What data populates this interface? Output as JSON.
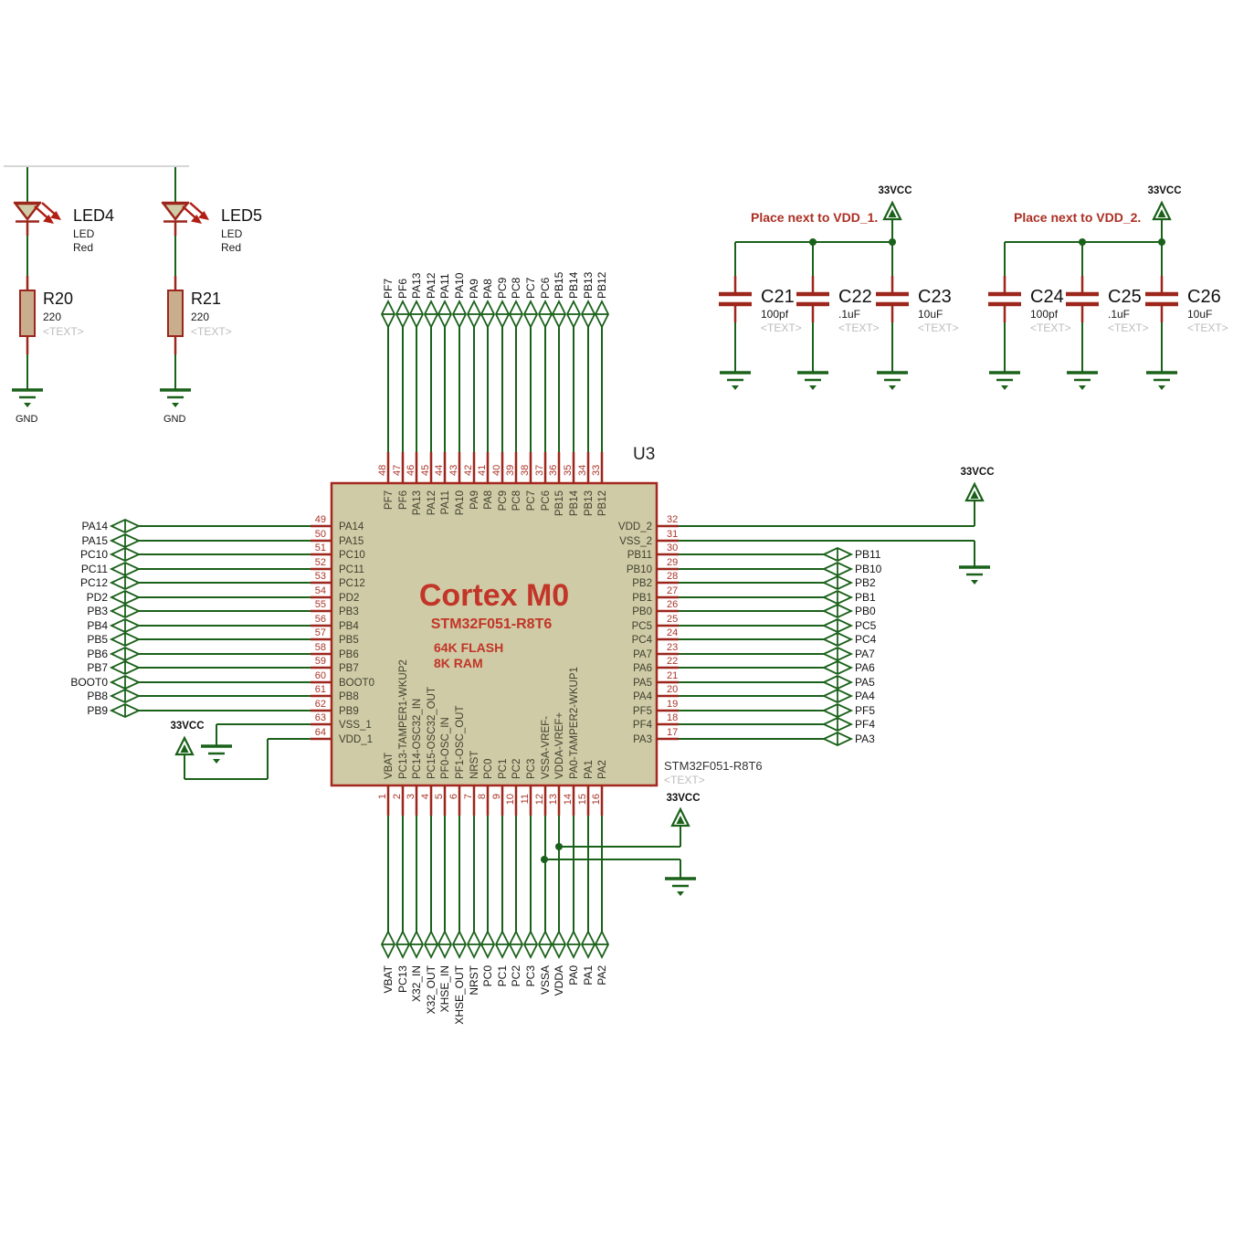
{
  "sheet": {
    "designator": "U3",
    "title": "Cortex M0",
    "subtitle": "STM32F051-R8T6",
    "mem1": "64K FLASH",
    "mem2": "8K RAM",
    "part_label": "STM32F051-R8T6",
    "part_text": "<TEXT>"
  },
  "power": {
    "vcc": "33VCC",
    "gnd": "GND"
  },
  "notes": {
    "vdd1": "Place next to VDD_1.",
    "vdd2": "Place next to VDD_2."
  },
  "colors": {
    "wire": "#1a611a",
    "component": "#9c261c",
    "chip_fill": "#cfcba6",
    "red_text": "#c23528"
  },
  "leds": [
    {
      "ref": "LED4",
      "type": "LED",
      "color": "Red",
      "res_ref": "R20",
      "res_value": "220",
      "res_text": "<TEXT>"
    },
    {
      "ref": "LED5",
      "type": "LED",
      "color": "Red",
      "res_ref": "R21",
      "res_value": "220",
      "res_text": "<TEXT>"
    }
  ],
  "caps": [
    {
      "ref": "C21",
      "value": "100pf",
      "text": "<TEXT>"
    },
    {
      "ref": "C22",
      "value": ".1uF",
      "text": "<TEXT>"
    },
    {
      "ref": "C23",
      "value": "10uF",
      "text": "<TEXT>"
    },
    {
      "ref": "C24",
      "value": "100pf",
      "text": "<TEXT>"
    },
    {
      "ref": "C25",
      "value": ".1uF",
      "text": "<TEXT>"
    },
    {
      "ref": "C26",
      "value": "10uF",
      "text": "<TEXT>"
    }
  ],
  "chip": {
    "top_pins": [
      {
        "num": "48",
        "name": "PF7",
        "terminal": "PF7"
      },
      {
        "num": "47",
        "name": "PF6",
        "terminal": "PF6"
      },
      {
        "num": "46",
        "name": "PA13",
        "terminal": "PA13"
      },
      {
        "num": "45",
        "name": "PA12",
        "terminal": "PA12"
      },
      {
        "num": "44",
        "name": "PA11",
        "terminal": "PA11"
      },
      {
        "num": "43",
        "name": "PA10",
        "terminal": "PA10"
      },
      {
        "num": "42",
        "name": "PA9",
        "terminal": "PA9"
      },
      {
        "num": "41",
        "name": "PA8",
        "terminal": "PA8"
      },
      {
        "num": "40",
        "name": "PC9",
        "terminal": "PC9"
      },
      {
        "num": "39",
        "name": "PC8",
        "terminal": "PC8"
      },
      {
        "num": "38",
        "name": "PC7",
        "terminal": "PC7"
      },
      {
        "num": "37",
        "name": "PC6",
        "terminal": "PC6"
      },
      {
        "num": "36",
        "name": "PB15",
        "terminal": "PB15"
      },
      {
        "num": "35",
        "name": "PB14",
        "terminal": "PB14"
      },
      {
        "num": "34",
        "name": "PB13",
        "terminal": "PB13"
      },
      {
        "num": "33",
        "name": "PB12",
        "terminal": "PB12"
      }
    ],
    "bottom_pins": [
      {
        "num": "1",
        "name": "VBAT",
        "terminal": "VBAT"
      },
      {
        "num": "2",
        "name": "PC13-TAMPER1-WKUP2",
        "terminal": "PC13"
      },
      {
        "num": "3",
        "name": "PC14-OSC32_IN",
        "terminal": "X32_IN"
      },
      {
        "num": "4",
        "name": "PC15-OSC32_OUT",
        "terminal": "X32_OUT"
      },
      {
        "num": "5",
        "name": "PF0-OSC_IN",
        "terminal": "XHSE_IN"
      },
      {
        "num": "6",
        "name": "PF1-OSC_OUT",
        "terminal": "XHSE_OUT"
      },
      {
        "num": "7",
        "name": "NRST",
        "terminal": "NRST"
      },
      {
        "num": "8",
        "name": "PC0",
        "terminal": "PC0"
      },
      {
        "num": "9",
        "name": "PC1",
        "terminal": "PC1"
      },
      {
        "num": "10",
        "name": "PC2",
        "terminal": "PC2"
      },
      {
        "num": "11",
        "name": "PC3",
        "terminal": "PC3"
      },
      {
        "num": "12",
        "name": "VSSA-VREF-",
        "terminal": "VSSA"
      },
      {
        "num": "13",
        "name": "VDDA-VREF+",
        "terminal": "VDDA"
      },
      {
        "num": "14",
        "name": "PA0-TAMPER2-WKUP1",
        "terminal": "PA0"
      },
      {
        "num": "15",
        "name": "PA1",
        "terminal": "PA1"
      },
      {
        "num": "16",
        "name": "PA2",
        "terminal": "PA2"
      }
    ],
    "left_pins": [
      {
        "num": "49",
        "name": "PA14",
        "terminal": "PA14"
      },
      {
        "num": "50",
        "name": "PA15",
        "terminal": "PA15"
      },
      {
        "num": "51",
        "name": "PC10",
        "terminal": "PC10"
      },
      {
        "num": "52",
        "name": "PC11",
        "terminal": "PC11"
      },
      {
        "num": "53",
        "name": "PC12",
        "terminal": "PC12"
      },
      {
        "num": "54",
        "name": "PD2",
        "terminal": "PD2"
      },
      {
        "num": "55",
        "name": "PB3",
        "terminal": "PB3"
      },
      {
        "num": "56",
        "name": "PB4",
        "terminal": "PB4"
      },
      {
        "num": "57",
        "name": "PB5",
        "terminal": "PB5"
      },
      {
        "num": "58",
        "name": "PB6",
        "terminal": "PB6"
      },
      {
        "num": "59",
        "name": "PB7",
        "terminal": "PB7"
      },
      {
        "num": "60",
        "name": "BOOT0",
        "terminal": "BOOT0"
      },
      {
        "num": "61",
        "name": "PB8",
        "terminal": "PB8"
      },
      {
        "num": "62",
        "name": "PB9",
        "terminal": "PB9"
      },
      {
        "num": "63",
        "name": "VSS_1"
      },
      {
        "num": "64",
        "name": "VDD_1"
      }
    ],
    "right_pins": [
      {
        "num": "32",
        "name": "VDD_2"
      },
      {
        "num": "31",
        "name": "VSS_2"
      },
      {
        "num": "30",
        "name": "PB11",
        "terminal": "PB11"
      },
      {
        "num": "29",
        "name": "PB10",
        "terminal": "PB10"
      },
      {
        "num": "28",
        "name": "PB2",
        "terminal": "PB2"
      },
      {
        "num": "27",
        "name": "PB1",
        "terminal": "PB1"
      },
      {
        "num": "26",
        "name": "PB0",
        "terminal": "PB0"
      },
      {
        "num": "25",
        "name": "PC5",
        "terminal": "PC5"
      },
      {
        "num": "24",
        "name": "PC4",
        "terminal": "PC4"
      },
      {
        "num": "23",
        "name": "PA7",
        "terminal": "PA7"
      },
      {
        "num": "22",
        "name": "PA6",
        "terminal": "PA6"
      },
      {
        "num": "21",
        "name": "PA5",
        "terminal": "PA5"
      },
      {
        "num": "20",
        "name": "PA4",
        "terminal": "PA4"
      },
      {
        "num": "19",
        "name": "PF5",
        "terminal": "PF5"
      },
      {
        "num": "18",
        "name": "PF4",
        "terminal": "PF4"
      },
      {
        "num": "17",
        "name": "PA3",
        "terminal": "PA3"
      }
    ]
  }
}
